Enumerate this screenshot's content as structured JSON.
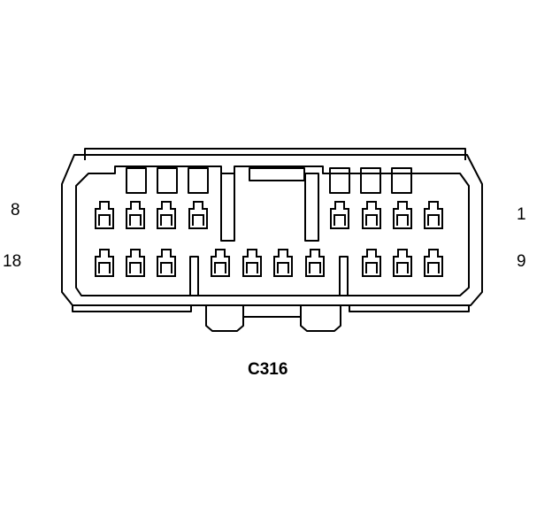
{
  "connector": {
    "id": "C316",
    "pin_labels": {
      "top_left": "8",
      "bottom_left": "18",
      "top_right": "1",
      "bottom_right": "9"
    },
    "pins_top_row": 8,
    "pins_bottom_row": 10,
    "stroke_color": "#000000",
    "fill_color": "#ffffff"
  }
}
